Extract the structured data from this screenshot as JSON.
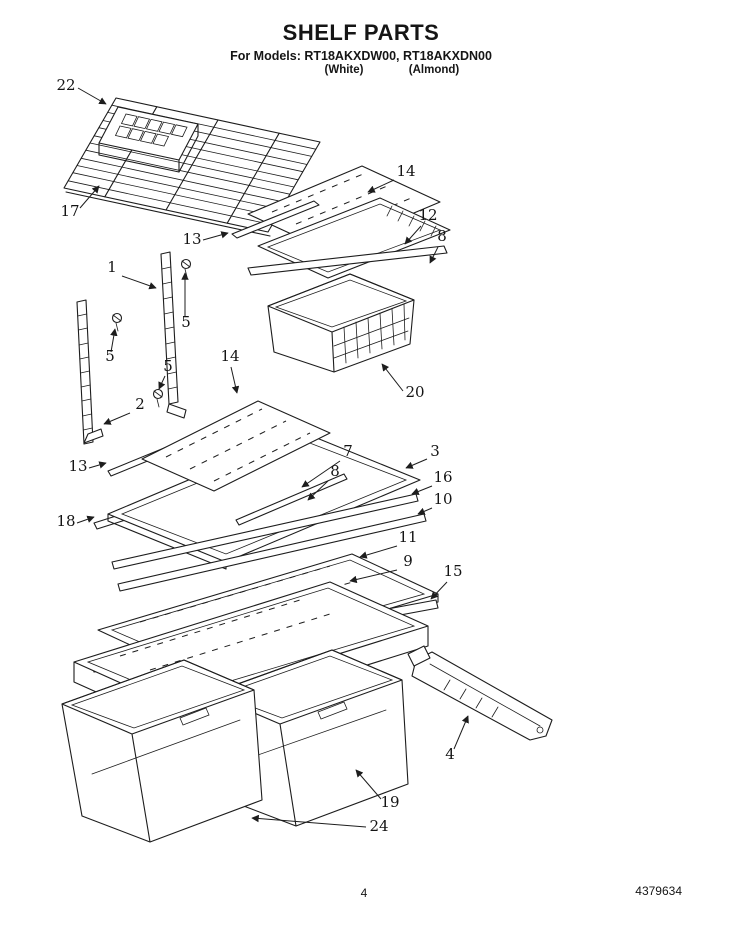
{
  "page": {
    "title": "SHELF PARTS",
    "models_line": "For Models: RT18AKXDW00, RT18AKXDN00",
    "finish_left": "(White)",
    "finish_right": "(Almond)",
    "page_number": "4",
    "doc_number": "4379634"
  },
  "diagram": {
    "type": "exploded-parts-diagram",
    "subject": "Refrigerator shelf parts exploded view",
    "ink_color": "#1d1d1d",
    "part_numbers": [
      "1",
      "2",
      "3",
      "4",
      "5",
      "7",
      "8",
      "9",
      "10",
      "11",
      "12",
      "13",
      "14",
      "15",
      "16",
      "17",
      "18",
      "19",
      "20",
      "22",
      "24"
    ],
    "callouts": [
      {
        "label": "22"
      },
      {
        "label": "17"
      },
      {
        "label": "14"
      },
      {
        "label": "12"
      },
      {
        "label": "13"
      },
      {
        "label": "8"
      },
      {
        "label": "1"
      },
      {
        "label": "5"
      },
      {
        "label": "5"
      },
      {
        "label": "5"
      },
      {
        "label": "14"
      },
      {
        "label": "2"
      },
      {
        "label": "20"
      },
      {
        "label": "13"
      },
      {
        "label": "7"
      },
      {
        "label": "8"
      },
      {
        "label": "3"
      },
      {
        "label": "16"
      },
      {
        "label": "10"
      },
      {
        "label": "18"
      },
      {
        "label": "11"
      },
      {
        "label": "9"
      },
      {
        "label": "15"
      },
      {
        "label": "4"
      },
      {
        "label": "19"
      },
      {
        "label": "24"
      }
    ]
  }
}
